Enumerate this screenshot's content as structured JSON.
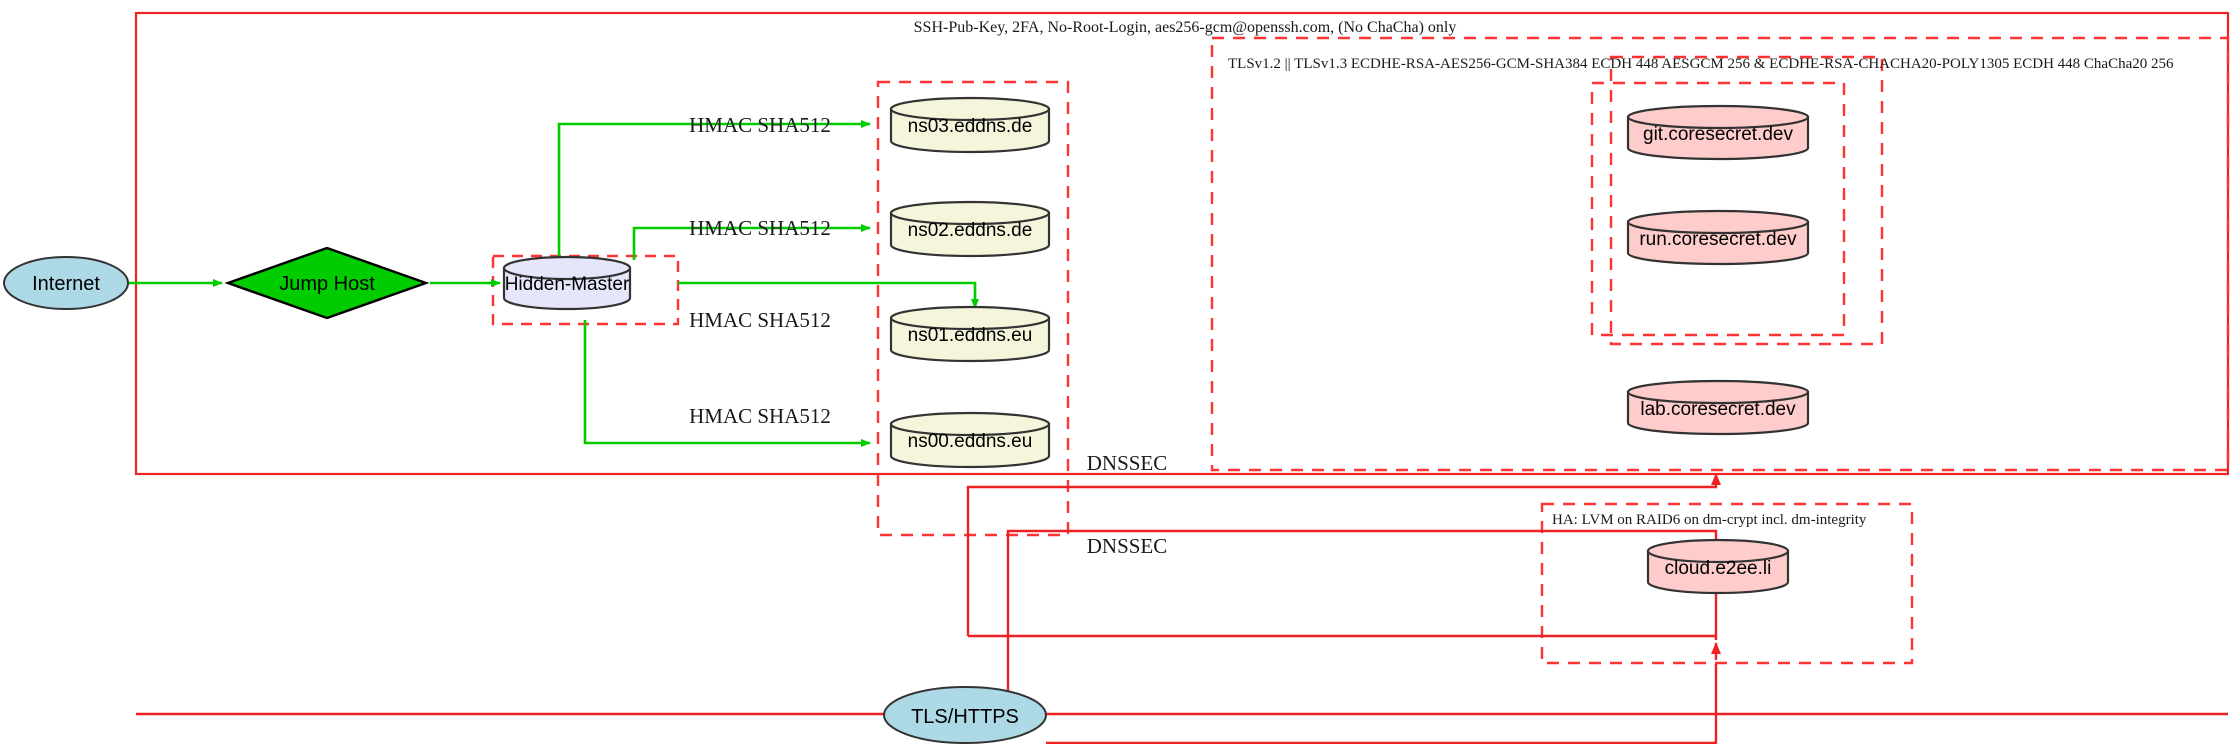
{
  "diagram": {
    "title_note": "SSH-Pub-Key, 2FA, No-Root-Login, aes256-gcm@openssh.com, (No ChaCha) only",
    "tls_note": "TLSv1.2 || TLSv1.3 ECDHE-RSA-AES256-GCM-SHA384 ECDH 448 AESGCM 256 & ECDHE-RSA-CHACHA20-POLY1305 ECDH 448 ChaCha20 256",
    "ha_note": "HA: LVM on RAID6 on dm-crypt incl. dm-integrity",
    "colors": {
      "boundary_red": "#ee2222",
      "dashed_red": "#ff3333",
      "link_green": "#00cc00",
      "internet_fill": "#add8e6",
      "jumphost_fill": "#00cc00",
      "master_fill": "#e6e6fa",
      "ns_fill": "#f5f5dc",
      "service_fill": "#ffcccc",
      "tls_fill": "#add8e6",
      "stroke_dark": "#333333"
    },
    "nodes": {
      "internet": {
        "label": "Internet",
        "shape": "ellipse"
      },
      "jump_host": {
        "label": "Jump Host",
        "shape": "diamond"
      },
      "hidden_master": {
        "label": "Hidden-Master",
        "shape": "cylinder"
      },
      "ns03": {
        "label": "ns03.eddns.de",
        "shape": "cylinder"
      },
      "ns02": {
        "label": "ns02.eddns.de",
        "shape": "cylinder"
      },
      "ns01": {
        "label": "ns01.eddns.eu",
        "shape": "cylinder"
      },
      "ns00": {
        "label": "ns00.eddns.eu",
        "shape": "cylinder"
      },
      "git": {
        "label": "git.coresecret.dev",
        "shape": "cylinder"
      },
      "run": {
        "label": "run.coresecret.dev",
        "shape": "cylinder"
      },
      "lab": {
        "label": "lab.coresecret.dev",
        "shape": "cylinder"
      },
      "cloud": {
        "label": "cloud.e2ee.li",
        "shape": "cylinder"
      },
      "tls_https": {
        "label": "TLS/HTTPS",
        "shape": "ellipse"
      }
    },
    "edge_labels": {
      "hmac_ns03": "HMAC SHA512",
      "hmac_ns02": "HMAC SHA512",
      "hmac_ns01": "HMAC SHA512",
      "hmac_ns00": "HMAC SHA512",
      "dnssec_upper": "DNSSEC",
      "dnssec_lower": "DNSSEC"
    }
  }
}
